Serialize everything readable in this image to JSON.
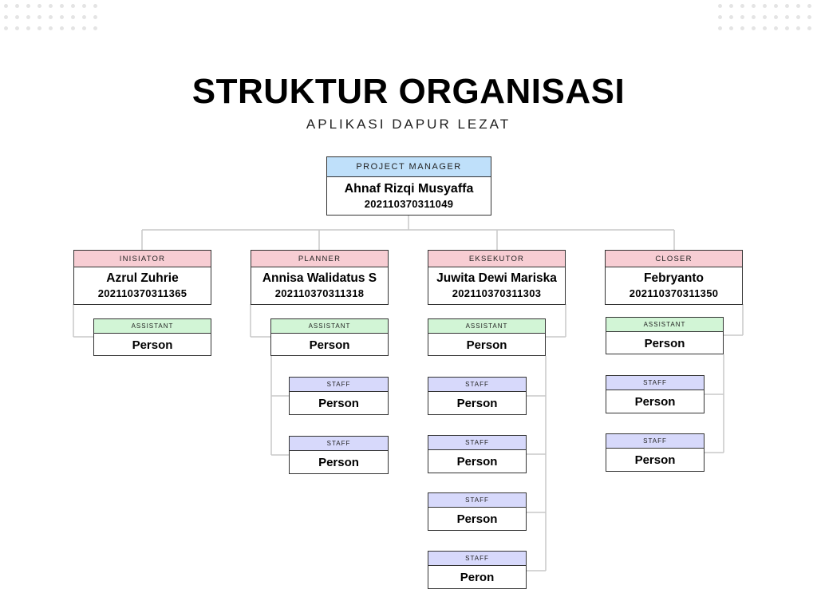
{
  "title": "STRUKTUR ORGANISASI",
  "subtitle": "APLIKASI DAPUR LEZAT",
  "project_manager": {
    "role": "PROJECT MANAGER",
    "name": "Ahnaf Rizqi Musyaffa",
    "nim": "202110370311049"
  },
  "divisions": [
    {
      "role": "INISIATOR",
      "name": "Azrul Zuhrie",
      "nim": "202110370311365",
      "assistant": {
        "role": "ASSISTANT",
        "name": "Person"
      },
      "staff": []
    },
    {
      "role": "PLANNER",
      "name": "Annisa Walidatus S",
      "nim": "202110370311318",
      "assistant": {
        "role": "ASSISTANT",
        "name": "Person"
      },
      "staff": [
        {
          "role": "STAFF",
          "name": "Person"
        },
        {
          "role": "STAFF",
          "name": "Person"
        }
      ]
    },
    {
      "role": "EKSEKUTOR",
      "name": "Juwita Dewi Mariska",
      "nim": "202110370311303",
      "assistant": {
        "role": "ASSISTANT",
        "name": "Person"
      },
      "staff": [
        {
          "role": "STAFF",
          "name": "Person"
        },
        {
          "role": "STAFF",
          "name": "Person"
        },
        {
          "role": "STAFF",
          "name": "Person"
        },
        {
          "role": "STAFF",
          "name": "Peron"
        }
      ]
    },
    {
      "role": "CLOSER",
      "name": "Febryanto",
      "nim": "202110370311350",
      "assistant": {
        "role": "ASSISTANT",
        "name": "Person"
      },
      "staff": [
        {
          "role": "STAFF",
          "name": "Person"
        },
        {
          "role": "STAFF",
          "name": "Person"
        }
      ]
    }
  ],
  "colors": {
    "pm_header": "#bfe0fa",
    "lead_header": "#f7cdd3",
    "assistant_header": "#d2f5d6",
    "staff_header": "#d7d9fb",
    "connector": "#c8c8c8",
    "dots": "#e4e4e4"
  }
}
